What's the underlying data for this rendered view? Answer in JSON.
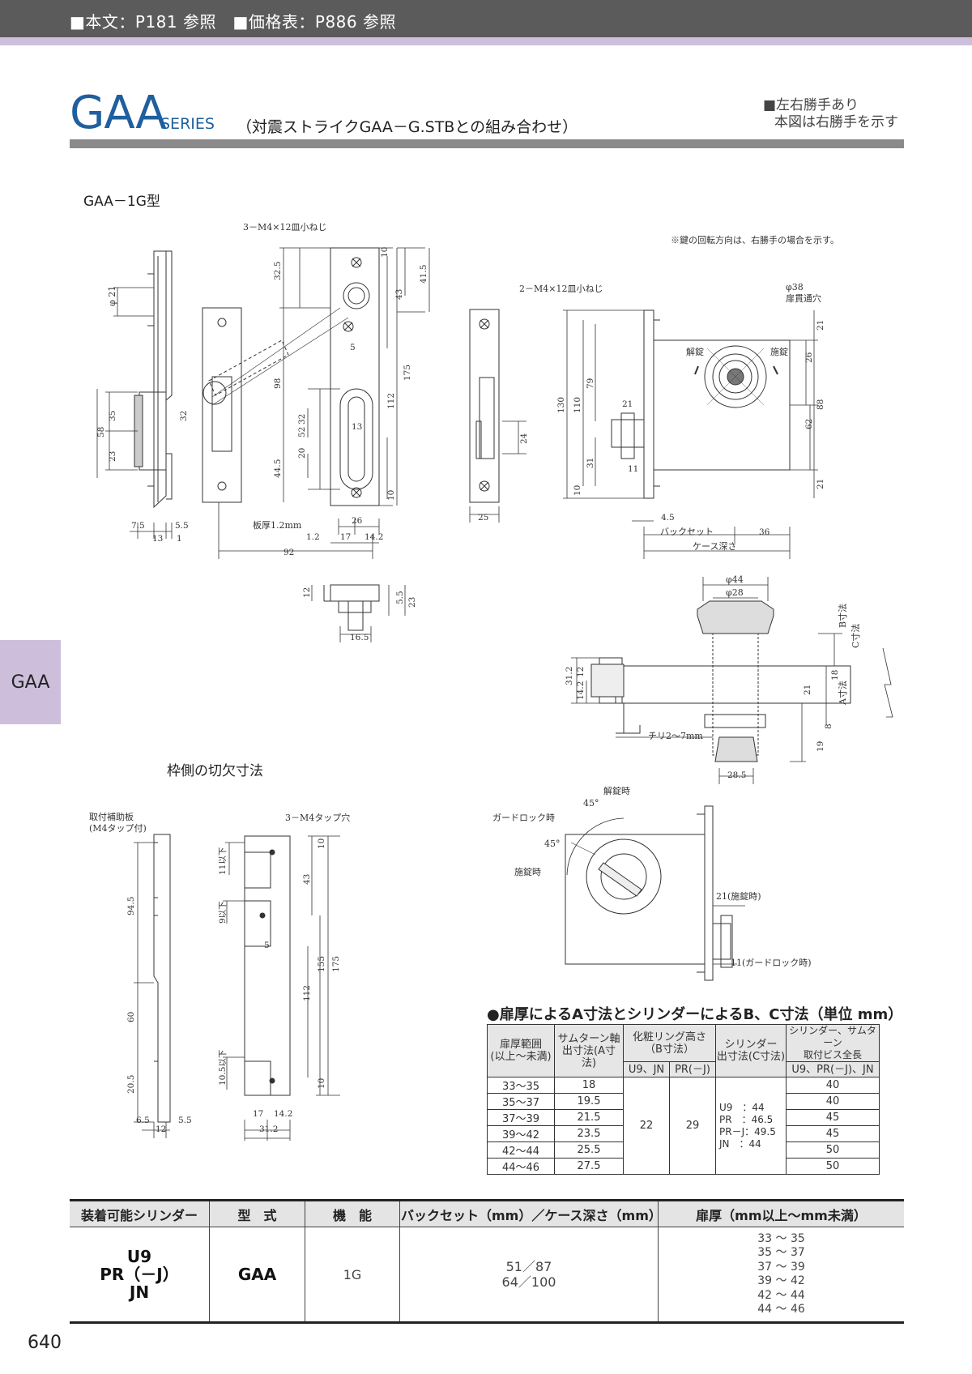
{
  "header": {
    "reference_text": "■本文：P181 参照　■価格表：P886 参照"
  },
  "title": {
    "series_name": "GAA",
    "series_suffix": "SERIES",
    "subtitle": "（対震ストライクGAA－G.STBとの組み合わせ）",
    "hand_note_line1": "■左右勝手あり",
    "hand_note_line2": "本図は右勝手を示す"
  },
  "figures": {
    "main_label": "GAA－1G型",
    "frame_cutout_label": "枠側の切欠寸法",
    "rotation_note": "※鍵の回転方向は、右勝手の場合を示す。",
    "screws_top": "3－M4×12皿小ねじ",
    "screws_strike": "2－M4×12皿小ねじ",
    "plate_thickness": "板厚1.2mm",
    "backset": "バックセット",
    "case_depth": "ケース深さ",
    "unlock": "解錠",
    "lock": "施錠",
    "through_hole": "扉貫通穴",
    "phi38": "φ38",
    "phi44": "φ44",
    "phi28": "φ28",
    "b_dim": "B寸法",
    "c_dim": "C寸法",
    "a_dim": "A寸法",
    "chiri": "チリ2～7mm",
    "mount_plate": "取付補助板",
    "mount_plate_sub": "(M4タップ付)",
    "tap_holes": "3－M4タップ穴",
    "guard_lock": "ガードロック時",
    "unlocked_state": "解錠時",
    "locked_state": "施錠時",
    "locked_21": "21(施錠時)",
    "guard_11": "11(ガードロック時)",
    "dims_top": [
      "10",
      "41.5",
      "32.5",
      "43",
      "98",
      "5",
      "175",
      "112",
      "32",
      "52",
      "20",
      "13",
      "44.5",
      "10",
      "26",
      "17",
      "14.2",
      "1.2",
      "92",
      "35",
      "23",
      "58",
      "7.5",
      "5.5",
      "13",
      "1",
      "32"
    ],
    "dims_side": [
      "130",
      "110",
      "79",
      "31",
      "10",
      "21",
      "11",
      "24",
      "25",
      "4.5",
      "36",
      "21",
      "26",
      "88",
      "62",
      "21"
    ],
    "dims_section": [
      "12",
      "5.5",
      "23",
      "16.5"
    ],
    "dims_cyl": [
      "31.2",
      "14.2",
      "12",
      "21",
      "18",
      "8",
      "19",
      "28.5"
    ],
    "dims_frame": [
      "94.5",
      "11以下",
      "9以下",
      "10.5以下",
      "60",
      "20.5",
      "6.5",
      "5.5",
      "12",
      "10",
      "43",
      "5",
      "155",
      "175",
      "112",
      "10",
      "17",
      "14.2",
      "31.2"
    ],
    "angle_45a": "45°",
    "angle_45b": "45°",
    "phi21": "φ 21"
  },
  "dim_table": {
    "caption": "●扉厚によるA寸法とシリンダーによるB、C寸法（単位 mm）",
    "headers": {
      "door": "扉厚範囲\n(以上～未満)",
      "thumb": "サムターン軸\n出寸法(A寸法)",
      "ring": "化粧リング高さ\n（B寸法）",
      "ring_u9": "U9、JN",
      "ring_pr": "PR(－J)",
      "cyl": "シリンダー\n出寸法(C寸法)",
      "screw": "シリンダー、サムターン\n取付ビス全長",
      "screw_sub": "U9、PR(－J)、JN"
    },
    "rows": [
      {
        "door": "33～35",
        "a": "18",
        "screw": "40"
      },
      {
        "door": "35～37",
        "a": "19.5",
        "screw": "40"
      },
      {
        "door": "37～39",
        "a": "21.5",
        "screw": "45"
      },
      {
        "door": "39～42",
        "a": "23.5",
        "screw": "45"
      },
      {
        "door": "42～44",
        "a": "25.5",
        "screw": "50"
      },
      {
        "door": "44～46",
        "a": "27.5",
        "screw": "50"
      }
    ],
    "ring_u9_value": "22",
    "ring_pr_value": "29",
    "cyl_values": [
      "U9　：44",
      "PR　：46.5",
      "PR－J：49.5",
      "JN　：44"
    ]
  },
  "spec_table": {
    "headers": [
      "装着可能シリンダー",
      "型　式",
      "機　能",
      "バックセット（mm）／ケース深さ（mm）",
      "扉厚（mm以上～mm未満）"
    ],
    "cylinders": [
      "U9",
      "PR（－J）",
      "JN"
    ],
    "model": "GAA",
    "function": "1G",
    "backset": [
      "51／87",
      "64／100"
    ],
    "thickness": [
      "33 ～ 35",
      "35 ～ 37",
      "37 ～ 39",
      "39 ～ 42",
      "42 ～ 44",
      "44 ～ 46"
    ]
  },
  "side_tab": "GAA",
  "page_number": "640"
}
